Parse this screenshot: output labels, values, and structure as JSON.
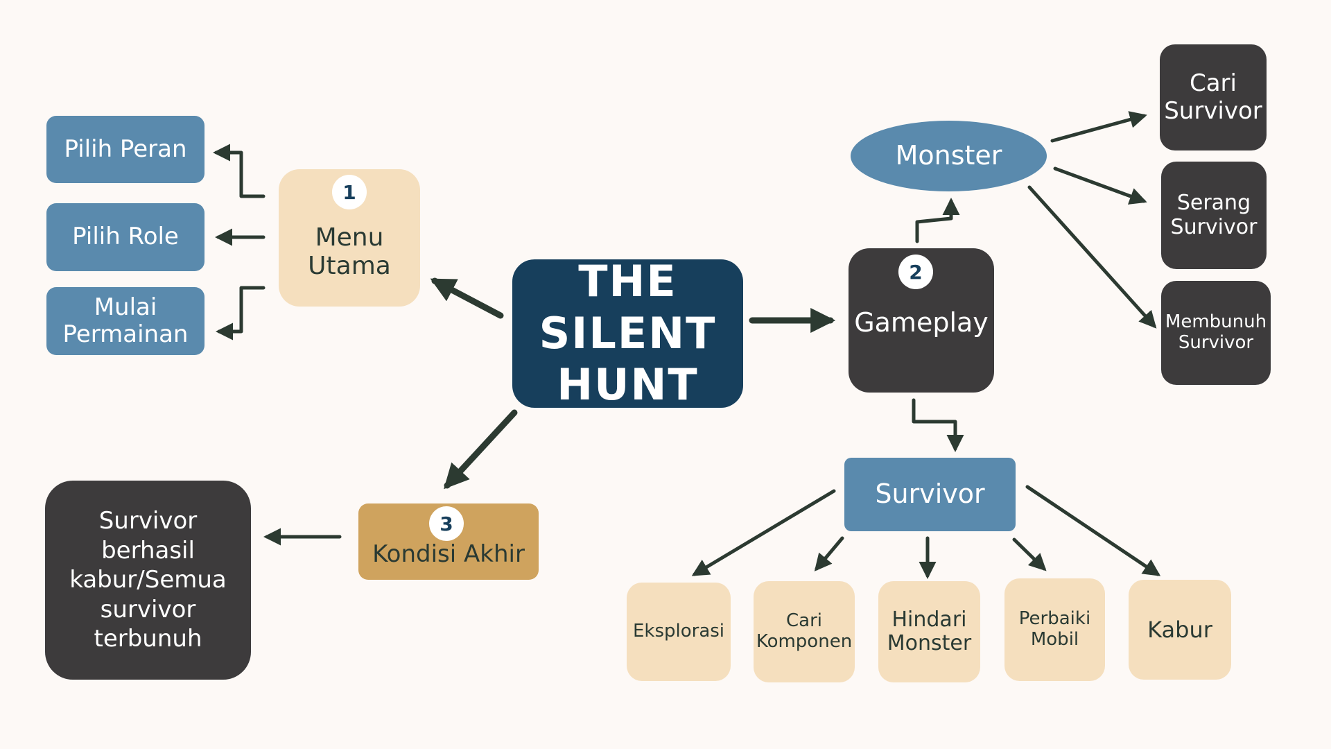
{
  "colors": {
    "background": "#fdf9f6",
    "navy": "#173f5c",
    "blue": "#5a8aad",
    "dark": "#3d3b3c",
    "cream": "#f5dfbe",
    "gold": "#cfa35e",
    "arrow": "#2c3a31"
  },
  "center": {
    "title": "THE SILENT\nHUNT"
  },
  "menu": {
    "badge": "1",
    "label": "Menu\nUtama",
    "items": [
      "Pilih Peran",
      "Pilih Role",
      "Mulai\nPermainan"
    ]
  },
  "gameplay": {
    "badge": "2",
    "label": "Gameplay",
    "monster": {
      "label": "Monster",
      "actions": [
        "Cari\nSurvivor",
        "Serang\nSurvivor",
        "Membunuh\nSurvivor"
      ]
    },
    "survivor": {
      "label": "Survivor",
      "actions": [
        "Eksplorasi",
        "Cari\nKomponen",
        "Hindari\nMonster",
        "Perbaiki\nMobil",
        "Kabur"
      ]
    }
  },
  "end": {
    "badge": "3",
    "label": "Kondisi Akhir",
    "result": "Survivor\nberhasil\nkabur/Semua\nsurvivor\nterbunuh"
  }
}
